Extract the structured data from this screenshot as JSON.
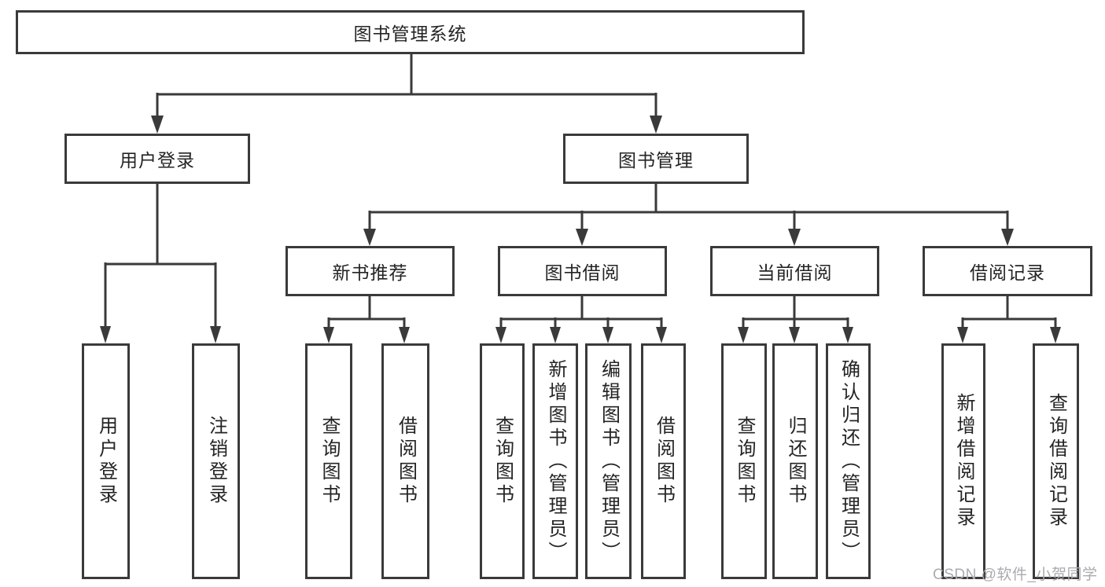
{
  "nodes": {
    "root": "图书管理系统",
    "user_login": "用户登录",
    "book_management": "图书管理",
    "new_book_recommend": "新书推荐",
    "book_borrow": "图书借阅",
    "current_borrow": "当前借阅",
    "borrow_records": "借阅记录",
    "leaf_user_login": "用户登录",
    "leaf_logout": "注销登录",
    "rec_query_books": "查询图书",
    "rec_borrow_books": "借阅图书",
    "bb_query_books": "查询图书",
    "bb_add_books_admin": "新增图书（管理员）",
    "bb_edit_books_admin": "编辑图书（管理员）",
    "bb_borrow_books": "借阅图书",
    "cb_query_books": "查询图书",
    "cb_return_books": "归还图书",
    "cb_confirm_return_admin": "确认归还（管理员）",
    "br_add_record": "新增借阅记录",
    "br_query_record": "查询借阅记录"
  },
  "watermark": "CSDN @软件_小贺同学",
  "colors": {
    "line": "#3a3a3a",
    "text": "#242424",
    "watermark": "#ababaf",
    "background": "#ffffff"
  }
}
